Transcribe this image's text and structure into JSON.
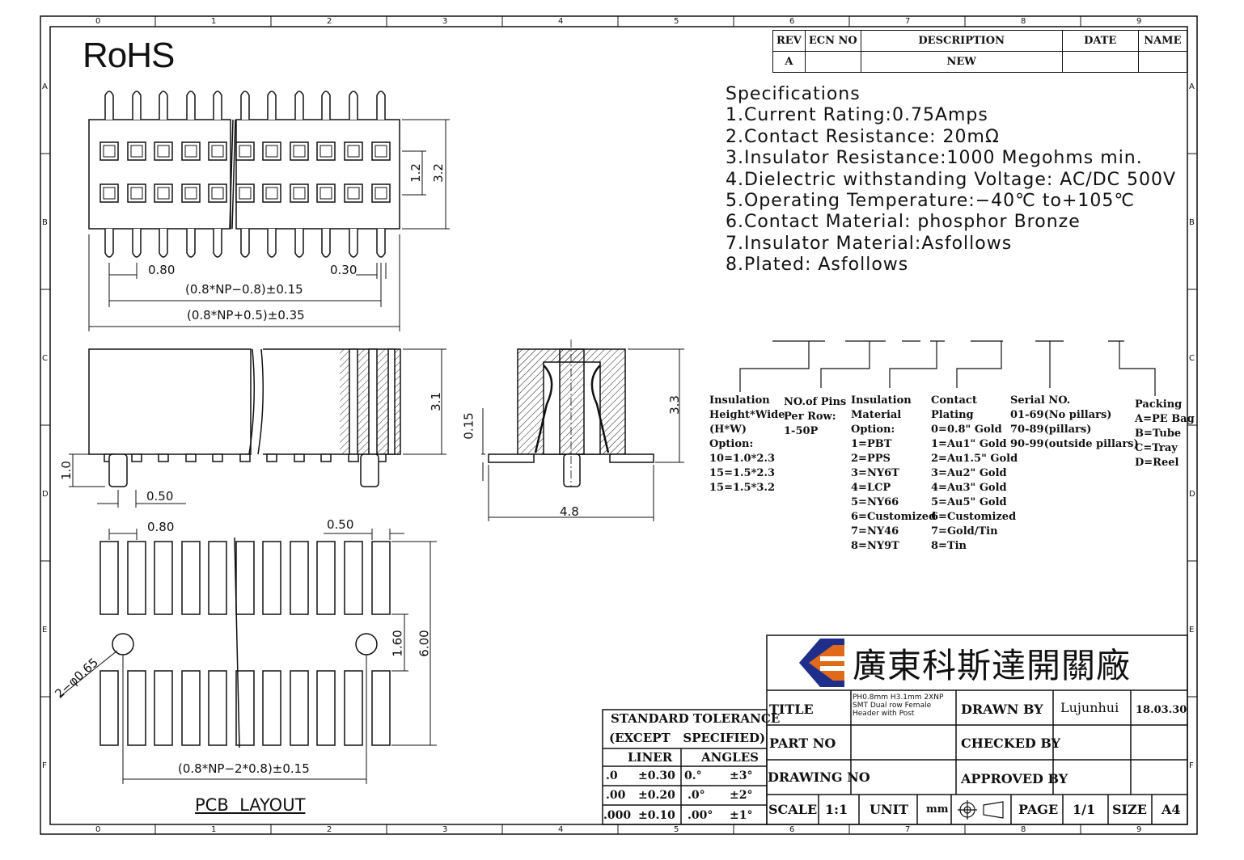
{
  "rohs": "RoHS",
  "border": {
    "cols_top": [
      "0",
      "1",
      "2",
      "3",
      "4",
      "5",
      "6",
      "7",
      "8",
      "9"
    ],
    "rows_side": [
      "A",
      "B",
      "C",
      "D",
      "E",
      "F"
    ]
  },
  "revision": {
    "headers": [
      "REV",
      "ECN NO",
      "DESCRIPTION",
      "DATE",
      "NAME"
    ],
    "row": [
      "A",
      "",
      "NEW",
      "",
      ""
    ]
  },
  "specs": {
    "title": "Specifications",
    "items": [
      "1.Current  Rating:0.75Amps",
      "2.Contact  Resistance: 20mΩ",
      "3.Insulator  Resistance:1000  Megohms  min.",
      "4.Dielectric  withstanding  Voltage: AC/DC  500V",
      "5.Operating  Temperature:−40℃  to+105℃",
      "6.Contact  Material:  phosphor  Bronze",
      "7.Insulator  Material:Asfollows",
      "8.Plated:  Asfollows"
    ]
  },
  "part_code": {
    "insulation": "Insulation\nHeight*Wide\n(H*W)\nOption:\n10=1.0*2.3\n15=1.5*2.3\n15=1.5*3.2",
    "pins": "NO.of Pins\nPer Row:\n1-50P",
    "material": "Insulation\nMaterial\nOption:\n1=PBT\n2=PPS\n3=NY6T\n4=LCP\n5=NY66\n6=Customized\n7=NY46\n8=NY9T",
    "plating": "Contact\nPlating\n0=0.8\" Gold\n1=Au1\" Gold\n2=Au1.5\" Gold\n3=Au2\" Gold\n4=Au3\" Gold\n5=Au5\" Gold\n6=Customized\n7=Gold/Tin\n8=Tin",
    "serial": "Serial NO.\n01-69(No pillars)\n70-89(pillars)\n90-99(outside pillars)",
    "packing": "Packing\nA=PE Bag\nB=Tube\nC=Tray\nD=Reel"
  },
  "dims": {
    "top_1_2": "1.2",
    "top_3_2": "3.2",
    "pitch": "0.80",
    "pin_w": "0.30",
    "row_len": "(0.8*NP−0.8)±0.15",
    "body_len": "(0.8*NP+0.5)±0.35",
    "side_3_1": "3.1",
    "side_1_0": "1.0",
    "side_0_50": "0.50",
    "end_0_15": "0.15",
    "end_3_3": "3.3",
    "end_4_8": "4.8",
    "pcb_pitch": "0.80",
    "pcb_pad": "0.50",
    "pcb_1_60": "1.60",
    "pcb_6_00": "6.00",
    "pcb_hole": "2−φ0.65",
    "pcb_span": "(0.8*NP−2*0.8)±0.15",
    "pcb_label": "PCB  LAYOUT"
  },
  "tolerance": {
    "title1": "STANDARD TOLERANCE",
    "title2": "(EXCEPT   SPECIFIED)",
    "liner": "LINER",
    "angles": "ANGLES",
    "rows": [
      [
        ".0",
        "±0.30",
        "0.°",
        "±3°"
      ],
      [
        ".00",
        "±0.20",
        ".0°",
        "±2°"
      ],
      [
        ".000",
        "±0.10",
        ".00°",
        "±1°"
      ]
    ]
  },
  "title_block": {
    "company": "廣東科斯達開關廠",
    "title_label": "TITLE",
    "title_value": "PH0.8mm H3.1mm 2XNP SMT Dual row Female Header with Post",
    "drawn_label": "DRAWN BY",
    "drawn_value": "Lujunhui",
    "date_value": "18.03.30",
    "part_label": "PART NO",
    "checked_label": "CHECKED BY",
    "drawing_label": "DRAWING NO",
    "approved_label": "APPROVED BY",
    "scale_label": "SCALE",
    "scale_value": "1:1",
    "unit_label": "UNIT",
    "unit_value": "mm",
    "page_label": "PAGE",
    "page_value": "1/1",
    "size_label": "SIZE",
    "size_value": "A4"
  }
}
